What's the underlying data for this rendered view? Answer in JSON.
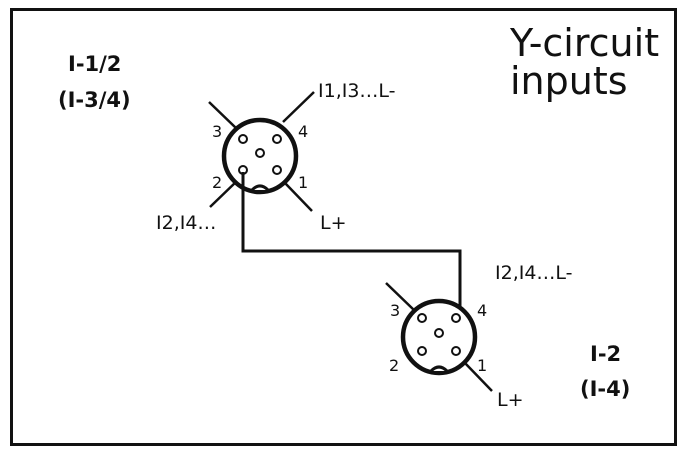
{
  "title_lines": [
    "Y-circuit",
    "inputs"
  ],
  "connector_top": {
    "label_lines": [
      "I-1/2",
      "(I-3/4)"
    ],
    "pins": {
      "p1": "1",
      "p2": "2",
      "p3": "3",
      "p4": "4"
    },
    "signal_pin4": "I1,I3…L-",
    "signal_pin2": "I2,I4…",
    "signal_pin1": "L+"
  },
  "connector_bottom": {
    "label_lines": [
      "I-2",
      "(I-4)"
    ],
    "pins": {
      "p1": "1",
      "p2": "2",
      "p3": "3",
      "p4": "4"
    },
    "signal_pin4": "I2,I4…L-",
    "signal_pin1": "L+"
  }
}
